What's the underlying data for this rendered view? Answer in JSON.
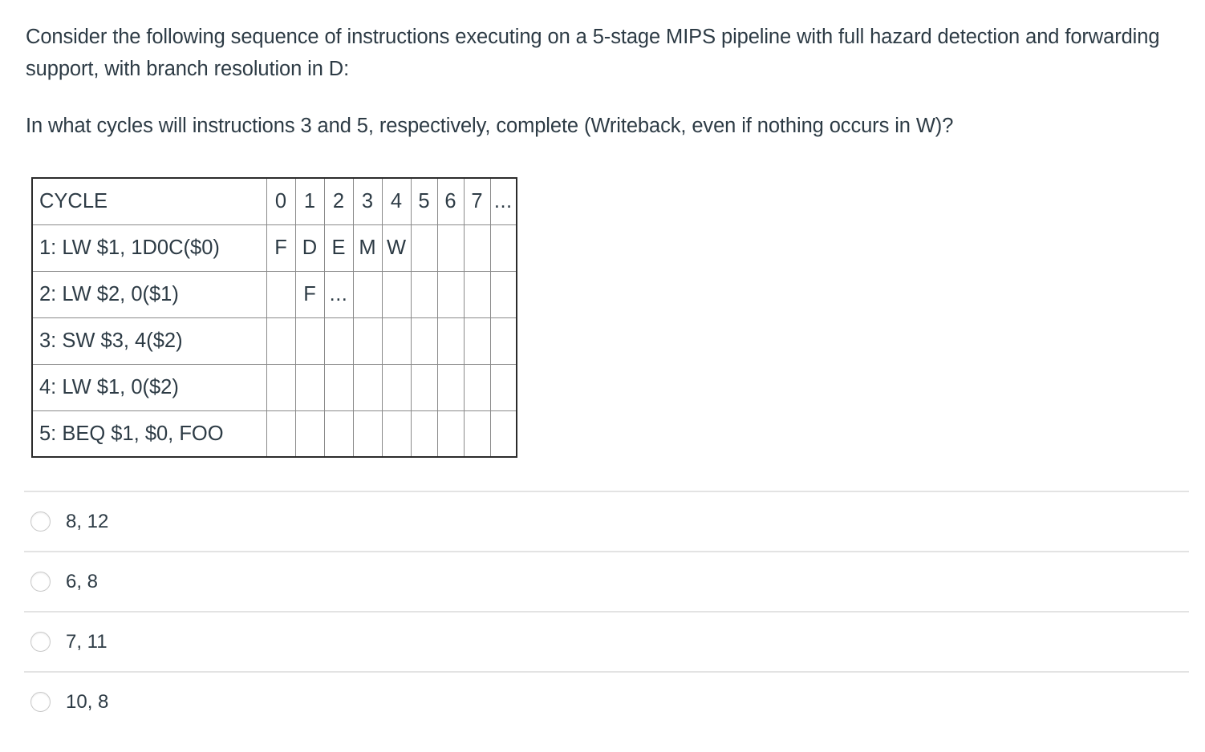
{
  "prompt": {
    "paragraph1": "Consider the following sequence of instructions executing on a 5-stage MIPS pipeline with full hazard detection and forwarding support, with branch resolution in D:",
    "paragraph2": "In what cycles will instructions 3 and 5, respectively, complete (Writeback, even if nothing occurs in W)?"
  },
  "pipeline_table": {
    "corner_label": "CYCLE",
    "cycle_headers": [
      "0",
      "1",
      "2",
      "3",
      "4",
      "5",
      "6",
      "7",
      "..."
    ],
    "rows": [
      {
        "instruction": "1: LW $1, 1D0C($0)",
        "stages": [
          "F",
          "D",
          "E",
          "M",
          "W",
          "",
          "",
          "",
          ""
        ]
      },
      {
        "instruction": "2: LW $2, 0($1)",
        "stages": [
          "",
          "F",
          "...",
          "",
          "",
          "",
          "",
          "",
          ""
        ]
      },
      {
        "instruction": "3: SW $3, 4($2)",
        "stages": [
          "",
          "",
          "",
          "",
          "",
          "",
          "",
          "",
          ""
        ]
      },
      {
        "instruction": "4: LW $1, 0($2)",
        "stages": [
          "",
          "",
          "",
          "",
          "",
          "",
          "",
          "",
          ""
        ]
      },
      {
        "instruction": "5: BEQ $1, $0, FOO",
        "stages": [
          "",
          "",
          "",
          "",
          "",
          "",
          "",
          "",
          ""
        ]
      }
    ]
  },
  "answers": {
    "options": [
      {
        "label": "8, 12",
        "selected": false
      },
      {
        "label": "6, 8",
        "selected": false
      },
      {
        "label": "7, 11",
        "selected": false
      },
      {
        "label": "10, 8",
        "selected": false
      }
    ]
  },
  "colors": {
    "text": "#2d3b45",
    "table_outer_border": "#2b2b2b",
    "table_inner_border": "#8a8a8a",
    "option_divider": "#e3e3e3",
    "radio_border": "#c9c9c9",
    "background": "#ffffff"
  }
}
